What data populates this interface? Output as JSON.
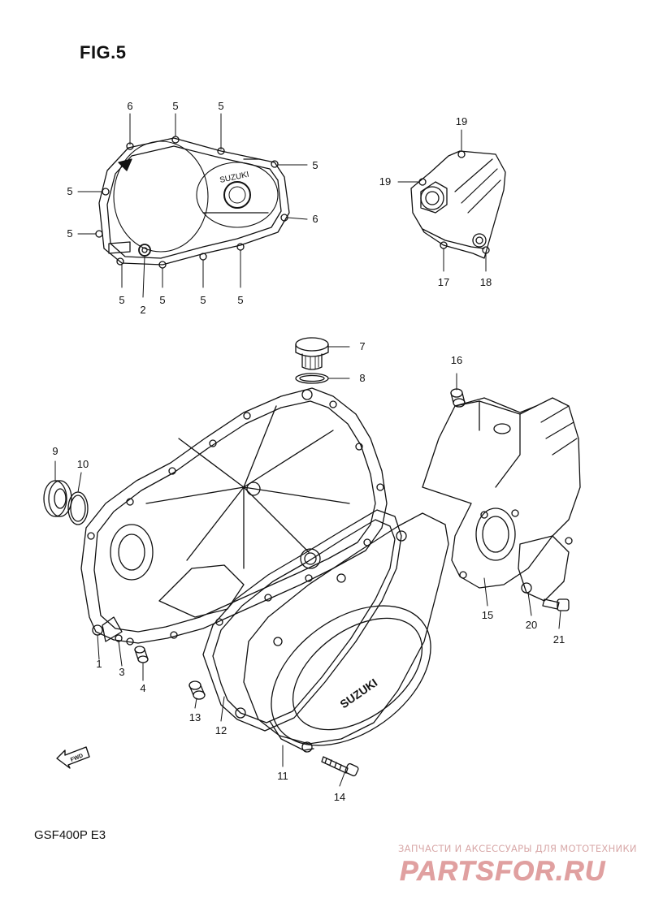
{
  "figure": {
    "title": "FIG.5",
    "model_code": "GSF400P  E3",
    "brand_marks": [
      "SUZUKI",
      "SUZUKI"
    ],
    "fwd_mark": "FWD"
  },
  "callouts": [
    "1",
    "2",
    "3",
    "4",
    "5",
    "6",
    "7",
    "8",
    "9",
    "10",
    "11",
    "12",
    "13",
    "14",
    "15",
    "16",
    "17",
    "18",
    "19",
    "20",
    "21"
  ],
  "watermark": {
    "tagline": "ЗАПЧАСТИ И АКСЕССУАРЫ ДЛЯ МОТОТЕХНИКИ",
    "logo_text": "PARTSFOR.RU",
    "color": "#e0a0a0"
  }
}
